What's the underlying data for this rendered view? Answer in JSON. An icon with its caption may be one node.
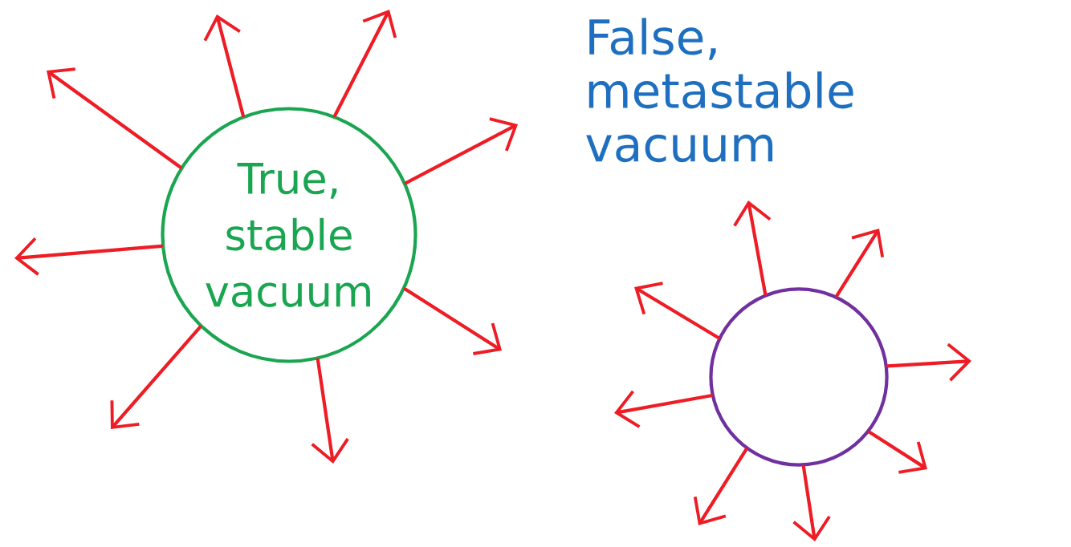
{
  "diagram": {
    "nodes": [
      {
        "text": [
          "True, stable vacuum"
        ]
      },
      {
        "text": [],
        "shape": "circle",
        "beside": [
          "False, metastable vacuum"
        ]
      }
    ],
    "edges": [
      {
        "from": 0,
        "to": null,
        "arrow": "to"
      },
      {
        "from": 0,
        "to": null,
        "arrow": "to"
      },
      {
        "from": 0,
        "to": null,
        "arrow": "to"
      },
      {
        "from": 0,
        "to": null,
        "arrow": "to"
      },
      {
        "from": 0,
        "to": null,
        "arrow": "to"
      },
      {
        "from": 0,
        "to": null,
        "arrow": "to"
      },
      {
        "from": 0,
        "to": null,
        "arrow": "to"
      },
      {
        "from": 0,
        "to": null,
        "arrow": "to"
      },
      {
        "from": 1,
        "to": null,
        "arrow": "to"
      },
      {
        "from": 1,
        "to": null,
        "arrow": "to"
      },
      {
        "from": 1,
        "to": null,
        "arrow": "to"
      },
      {
        "from": 1,
        "to": null,
        "arrow": "to"
      },
      {
        "from": 1,
        "to": null,
        "arrow": "to"
      },
      {
        "from": 1,
        "to": null,
        "arrow": "to"
      },
      {
        "from": 1,
        "to": null,
        "arrow": "to"
      },
      {
        "from": 1,
        "to": null,
        "arrow": "to"
      }
    ]
  }
}
